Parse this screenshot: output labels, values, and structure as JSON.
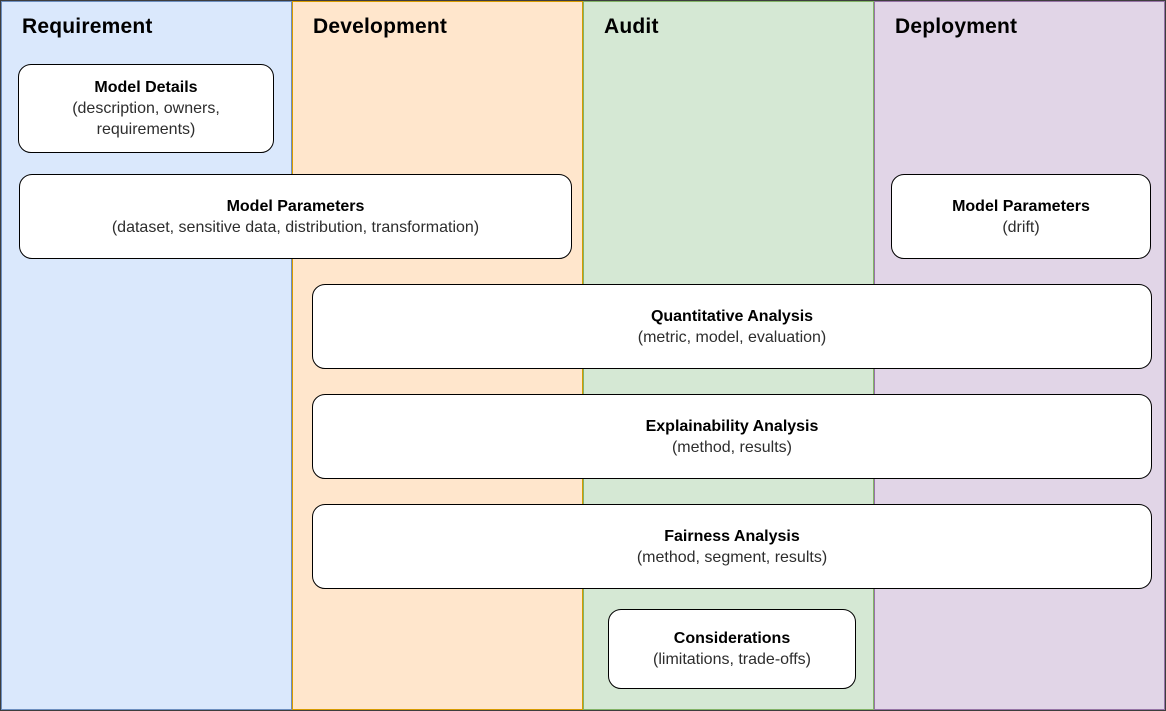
{
  "diagram": {
    "columns": [
      {
        "id": "requirement",
        "label": "Requirement",
        "fill": "#dae8fc",
        "stroke": "#6c8ebf"
      },
      {
        "id": "development",
        "label": "Development",
        "fill": "#ffe6cc",
        "stroke": "#d79b00"
      },
      {
        "id": "audit",
        "label": "Audit",
        "fill": "#d5e8d4",
        "stroke": "#82b366"
      },
      {
        "id": "deployment",
        "label": "Deployment",
        "fill": "#e1d5e7",
        "stroke": "#9673a6"
      }
    ],
    "cards": [
      {
        "id": "model-details",
        "title": "Model Details",
        "subtitle": "(description, owners, requirements)"
      },
      {
        "id": "model-parameters-dev",
        "title": "Model Parameters",
        "subtitle": "(dataset, sensitive data, distribution, transformation)"
      },
      {
        "id": "model-parameters-deploy",
        "title": "Model Parameters",
        "subtitle": "(drift)"
      },
      {
        "id": "quantitative-analysis",
        "title": "Quantitative Analysis",
        "subtitle": "(metric, model, evaluation)"
      },
      {
        "id": "explainability-analysis",
        "title": "Explainability Analysis",
        "subtitle": "(method, results)"
      },
      {
        "id": "fairness-analysis",
        "title": "Fairness Analysis",
        "subtitle": "(method, segment, results)"
      },
      {
        "id": "considerations",
        "title": "Considerations",
        "subtitle": "(limitations, trade-offs)"
      }
    ],
    "colors": {
      "card_fill": "#ffffff",
      "card_stroke": "#000000",
      "title_text": "#000000",
      "subtitle_text": "#2d2d2d",
      "outer_border": "#3d3d3d"
    }
  }
}
